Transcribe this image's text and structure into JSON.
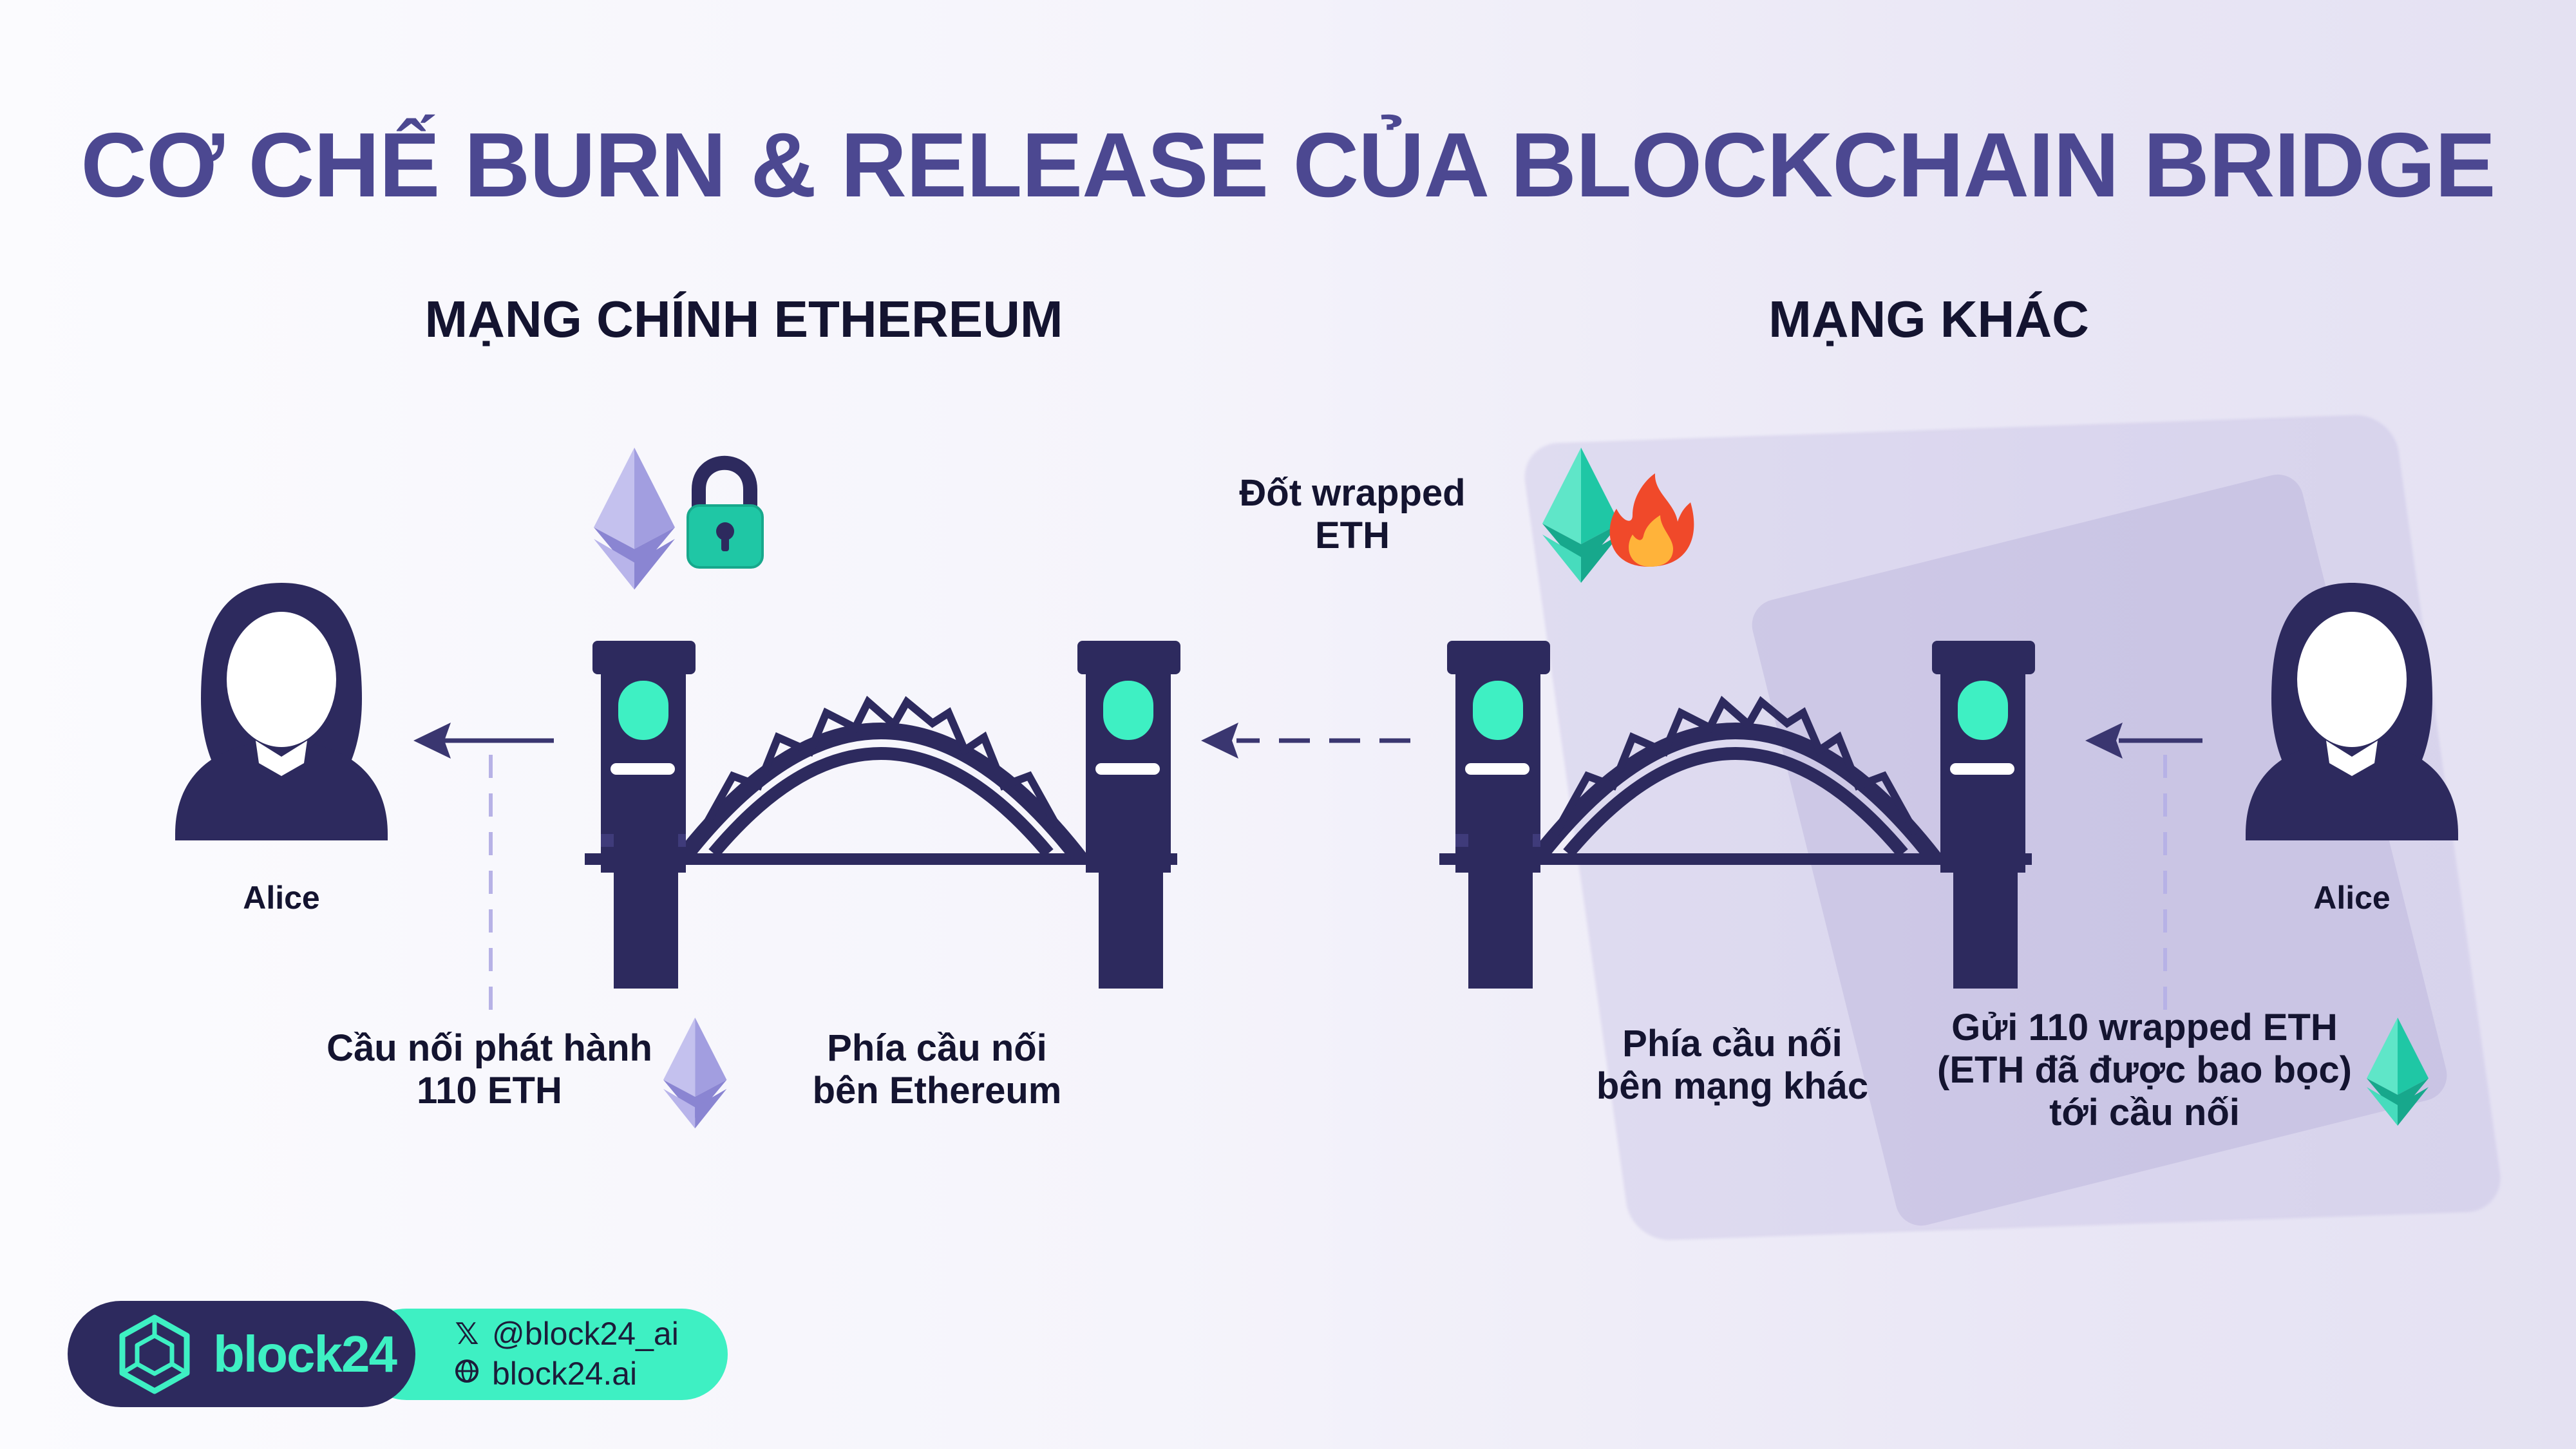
{
  "title": "CƠ CHẾ BURN & RELEASE CỦA BLOCKCHAIN BRIDGE",
  "left_network": {
    "heading": "MẠNG CHÍNH ETHEREUM",
    "user": "Alice",
    "issue_label": [
      "Cầu nối phát hành",
      "110 ETH"
    ],
    "bridge_side_label": [
      "Phía cầu nối",
      "bên Ethereum"
    ]
  },
  "right_network": {
    "heading": "MẠNG KHÁC",
    "user": "Alice",
    "burn_label": [
      "Đốt wrapped",
      "ETH"
    ],
    "bridge_side_label": [
      "Phía cầu nối",
      "bên mạng khác"
    ],
    "send_label": [
      "Gửi 110 wrapped ETH",
      "(ETH đã được bao bọc)",
      "tới cầu nối"
    ]
  },
  "brand": {
    "name": "block24",
    "twitter": "@block24_ai",
    "website": "block24.ai"
  },
  "icons": [
    "eth-icon",
    "lock-icon",
    "fire-icon",
    "user-icon",
    "bridge-icon",
    "cube-logo-icon",
    "x-icon",
    "globe-icon"
  ],
  "colors": {
    "title": "#4c4891",
    "bridge": "#2d2a5e",
    "accent": "#3ef0c3",
    "eth_purple": "#8a85d2",
    "eth_teal": "#1fc7a5"
  }
}
